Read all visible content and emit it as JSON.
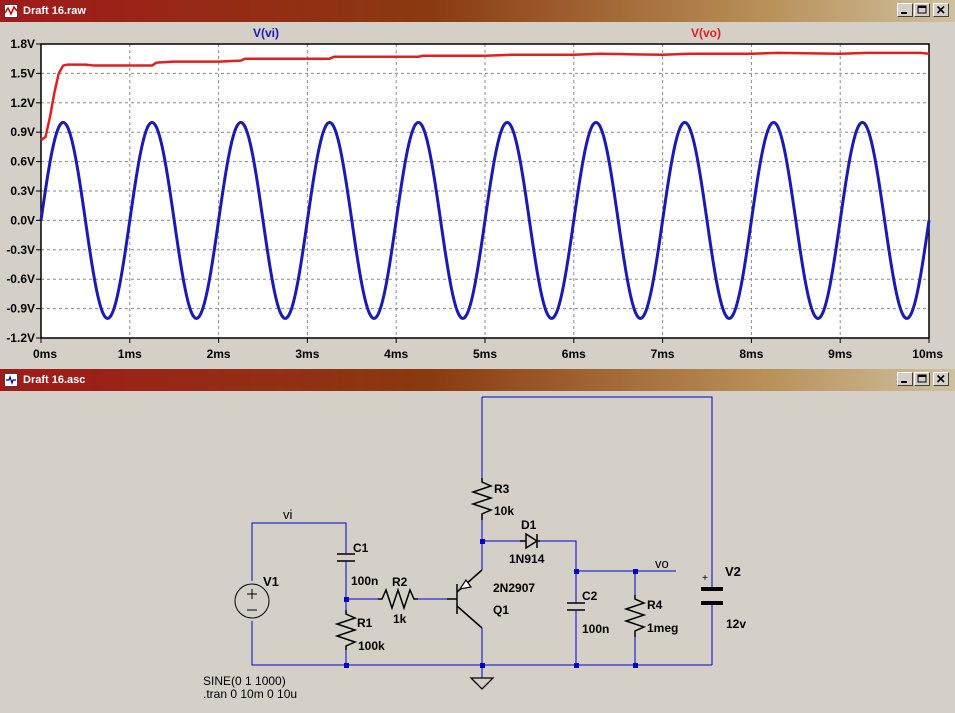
{
  "waveform_window": {
    "title": "Draft 16.raw",
    "traces": [
      {
        "name": "V(vi)",
        "color": "#1a1ab4"
      },
      {
        "name": "V(vo)",
        "color": "#e02020"
      }
    ],
    "y_ticks": [
      "1.8V",
      "1.5V",
      "1.2V",
      "0.9V",
      "0.6V",
      "0.3V",
      "0.0V",
      "-0.3V",
      "-0.6V",
      "-0.9V",
      "-1.2V"
    ],
    "x_ticks": [
      "0ms",
      "1ms",
      "2ms",
      "3ms",
      "4ms",
      "5ms",
      "6ms",
      "7ms",
      "8ms",
      "9ms",
      "10ms"
    ]
  },
  "chart_data": {
    "type": "line",
    "xlim": [
      0,
      10
    ],
    "ylim": [
      -1.2,
      1.8
    ],
    "grid": true,
    "series": [
      {
        "name": "V(vi)",
        "color": "#1a1ab4",
        "points": [
          [
            0,
            0
          ],
          [
            0.25,
            1.0
          ],
          [
            0.5,
            0
          ],
          [
            0.75,
            -1.0
          ],
          [
            1.0,
            0
          ],
          [
            1.25,
            1.0
          ],
          [
            1.5,
            0
          ],
          [
            1.75,
            -1.0
          ],
          [
            2.0,
            0
          ],
          [
            2.25,
            1.0
          ],
          [
            2.5,
            0
          ],
          [
            2.75,
            -1.0
          ],
          [
            3.0,
            0
          ],
          [
            3.25,
            1.0
          ],
          [
            3.5,
            0
          ],
          [
            3.75,
            -1.0
          ],
          [
            4.0,
            0
          ],
          [
            4.25,
            1.0
          ],
          [
            4.5,
            0
          ],
          [
            4.75,
            -1.0
          ],
          [
            5.0,
            0
          ],
          [
            5.25,
            1.0
          ],
          [
            5.5,
            0
          ],
          [
            5.75,
            -1.0
          ],
          [
            6.0,
            0
          ],
          [
            6.25,
            1.0
          ],
          [
            6.5,
            0
          ],
          [
            6.75,
            -1.0
          ],
          [
            7.0,
            0
          ],
          [
            7.25,
            1.0
          ],
          [
            7.5,
            0
          ],
          [
            7.75,
            -1.0
          ],
          [
            8.0,
            0
          ],
          [
            8.25,
            1.0
          ],
          [
            8.5,
            0
          ],
          [
            8.75,
            -1.0
          ],
          [
            9.0,
            0
          ],
          [
            9.25,
            1.0
          ],
          [
            9.5,
            0
          ],
          [
            9.75,
            -1.0
          ],
          [
            10.0,
            0
          ]
        ]
      },
      {
        "name": "V(vo)",
        "color": "#e02020",
        "points": [
          [
            0,
            0.82
          ],
          [
            0.05,
            0.85
          ],
          [
            0.1,
            1.05
          ],
          [
            0.15,
            1.3
          ],
          [
            0.2,
            1.5
          ],
          [
            0.25,
            1.58
          ],
          [
            0.3,
            1.59
          ],
          [
            0.5,
            1.59
          ],
          [
            0.6,
            1.58
          ],
          [
            1.25,
            1.58
          ],
          [
            1.3,
            1.61
          ],
          [
            1.5,
            1.62
          ],
          [
            2.0,
            1.62
          ],
          [
            2.25,
            1.63
          ],
          [
            2.3,
            1.65
          ],
          [
            2.6,
            1.65
          ],
          [
            3.25,
            1.65
          ],
          [
            3.3,
            1.67
          ],
          [
            4.0,
            1.67
          ],
          [
            4.25,
            1.67
          ],
          [
            4.3,
            1.68
          ],
          [
            5.0,
            1.68
          ],
          [
            5.3,
            1.69
          ],
          [
            6.0,
            1.69
          ],
          [
            6.3,
            1.7
          ],
          [
            7.0,
            1.69
          ],
          [
            7.3,
            1.7
          ],
          [
            8.0,
            1.7
          ],
          [
            8.3,
            1.71
          ],
          [
            9.0,
            1.7
          ],
          [
            9.3,
            1.71
          ],
          [
            9.9,
            1.71
          ],
          [
            10.0,
            1.7
          ]
        ]
      }
    ]
  },
  "schematic_window": {
    "title": "Draft 16.asc",
    "net_vi": "vi",
    "net_vo": "vo",
    "components": {
      "V1": {
        "name": "V1"
      },
      "C1": {
        "name": "C1",
        "value": "100n"
      },
      "R1": {
        "name": "R1",
        "value": "100k"
      },
      "R2": {
        "name": "R2",
        "value": "1k"
      },
      "R3": {
        "name": "R3",
        "value": "10k"
      },
      "Q1": {
        "name": "Q1",
        "model": "2N2907"
      },
      "D1": {
        "name": "D1",
        "model": "1N914"
      },
      "C2": {
        "name": "C2",
        "value": "100n"
      },
      "R4": {
        "name": "R4",
        "value": "1meg"
      },
      "V2": {
        "name": "V2",
        "value": "12v"
      }
    },
    "directives": {
      "source": "SINE(0 1 1000)",
      "tran": ".tran 0 10m 0 10u"
    },
    "v2_plus": "+"
  }
}
